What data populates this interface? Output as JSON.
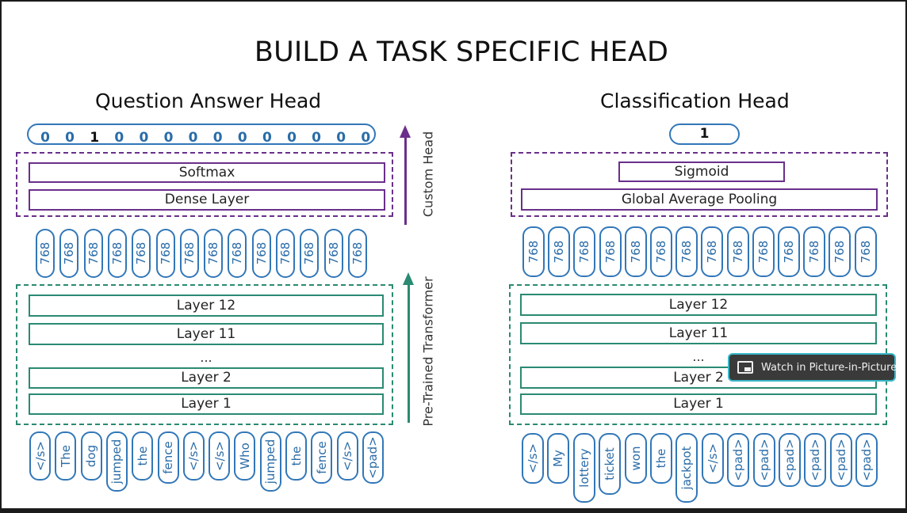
{
  "title": "BUILD A TASK SPECIFIC HEAD",
  "qa": {
    "heading": "Question Answer Head",
    "output_sequence": [
      "0",
      "0",
      "1",
      "0",
      "0",
      "0",
      "0",
      "0",
      "0",
      "0",
      "0",
      "0",
      "0",
      "0"
    ],
    "head_layers": [
      "Softmax",
      "Dense Layer"
    ],
    "hidden_dims": [
      "768",
      "768",
      "768",
      "768",
      "768",
      "768",
      "768",
      "768",
      "768",
      "768",
      "768",
      "768",
      "768",
      "768"
    ],
    "transformer_layers": [
      "Layer 12",
      "Layer 11",
      "...",
      "Layer 2",
      "Layer 1"
    ],
    "tokens": [
      "</s>",
      "The",
      "dog",
      "jumped",
      "the",
      "fence",
      "</s>",
      "</s>",
      "Who",
      "jumped",
      "the",
      "fence",
      "</s>",
      "<pad>"
    ]
  },
  "cls": {
    "heading": "Classification Head",
    "output": "1",
    "head_layers": [
      "Sigmoid",
      "Global Average Pooling"
    ],
    "hidden_dims": [
      "768",
      "768",
      "768",
      "768",
      "768",
      "768",
      "768",
      "768",
      "768",
      "768",
      "768",
      "768",
      "768",
      "768"
    ],
    "transformer_layers": [
      "Layer 12",
      "Layer 11",
      "...",
      "Layer 2",
      "Layer 1"
    ],
    "tokens": [
      "</s>",
      "My",
      "lottery",
      "ticket",
      "won",
      "the",
      "jackpot",
      "</s>",
      "<pad>",
      "<pad>",
      "<pad>",
      "<pad>",
      "<pad>",
      "<pad>"
    ]
  },
  "labels": {
    "custom_head": "Custom Head",
    "pretrained": "Pre-Trained Transformer"
  },
  "colors": {
    "purple": "#6a2f8a",
    "green": "#2a8a72",
    "blue": "#3277b8"
  },
  "pip_button": {
    "label": "Watch in Picture-in-Picture",
    "icon": "picture-in-picture-icon"
  }
}
